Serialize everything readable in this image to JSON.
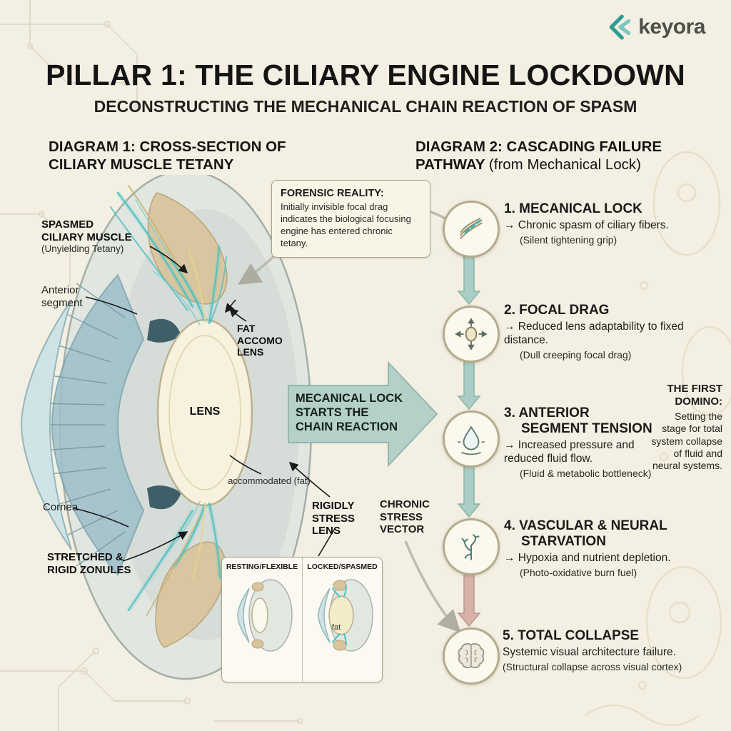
{
  "brand": {
    "name": "keyora",
    "accent": "#2f9e92"
  },
  "header": {
    "title": "PILLAR 1: THE CILIARY ENGINE LOCKDOWN",
    "subtitle": "DECONSTRUCTING THE MECHANICAL CHAIN REACTION OF SPASM"
  },
  "diagram1": {
    "title": "DIAGRAM 1: CROSS-SECTION OF CILIARY MUSCLE TETANY",
    "labels": {
      "spasmed": "SPASMED CILIARY MUSCLE",
      "spasmed_sub": "(Unyielding Tetany)",
      "anterior": "Anterior segment",
      "fat_accomo": "FAT ACCOMO LENS",
      "lens": "LENS",
      "accommodated": "accommodated (fat)",
      "cornea": "Cornea",
      "zonules": "STRETCHED & RIGID ZONULES",
      "rigid_lens": "RIGIDLY STRESS LENS"
    },
    "forensic": {
      "title": "FORENSIC REALITY:",
      "body": "Initially invisible focal drag indicates the biological focusing engine has entered chronic tetany."
    },
    "comparison": {
      "left": "RESTING/FLEXIBLE",
      "right": "LOCKED/SPASMED",
      "fat": "fat"
    }
  },
  "main_arrow": {
    "label": "MECANICAL LOCK STARTS THE CHAIN REACTION"
  },
  "chronic_vector": {
    "label": "CHRONIC STRESS VECTOR"
  },
  "diagram2": {
    "title": "DIAGRAM 2: CASCADING FAILURE PATHWAY",
    "title_sub": "(from Mechanical Lock)",
    "steps": [
      {
        "num": "1.",
        "title": "MECANICAL LOCK",
        "desc": "→ Chronic spasm of ciliary fibers.",
        "sub": "(Silent tightening grip)",
        "icon": "fibers-icon"
      },
      {
        "num": "2.",
        "title": "FOCAL DRAG",
        "desc": "→ Reduced lens adaptability to fixed distance.",
        "sub": "(Dull creeping focal drag)",
        "icon": "lens-arrows-icon"
      },
      {
        "num": "3.",
        "title": "ANTERIOR SEGMENT TENSION",
        "desc": "→ Increased pressure and reduced fluid flow.",
        "sub": "(Fluid & metabolic bottleneck)",
        "icon": "droplet-icon"
      },
      {
        "num": "4.",
        "title": "VASCULAR & NEURAL STARVATION",
        "desc": "→ Hypoxia and nutrient depletion.",
        "sub": "(Photo-oxidative burn fuel)",
        "icon": "vessels-icon"
      },
      {
        "num": "5.",
        "title": "TOTAL COLLAPSE",
        "desc": "Systemic visual architecture failure.",
        "sub": "(Structural collapse across visual cortex)",
        "icon": "brain-icon"
      }
    ],
    "first_domino": {
      "title": "THE FIRST DOMINO:",
      "body": "Setting the stage for total system collapse of fluid and neural systems."
    }
  },
  "colors": {
    "arrow_teal": "#a9cec6",
    "arrow_pink": "#d8b2a9"
  }
}
